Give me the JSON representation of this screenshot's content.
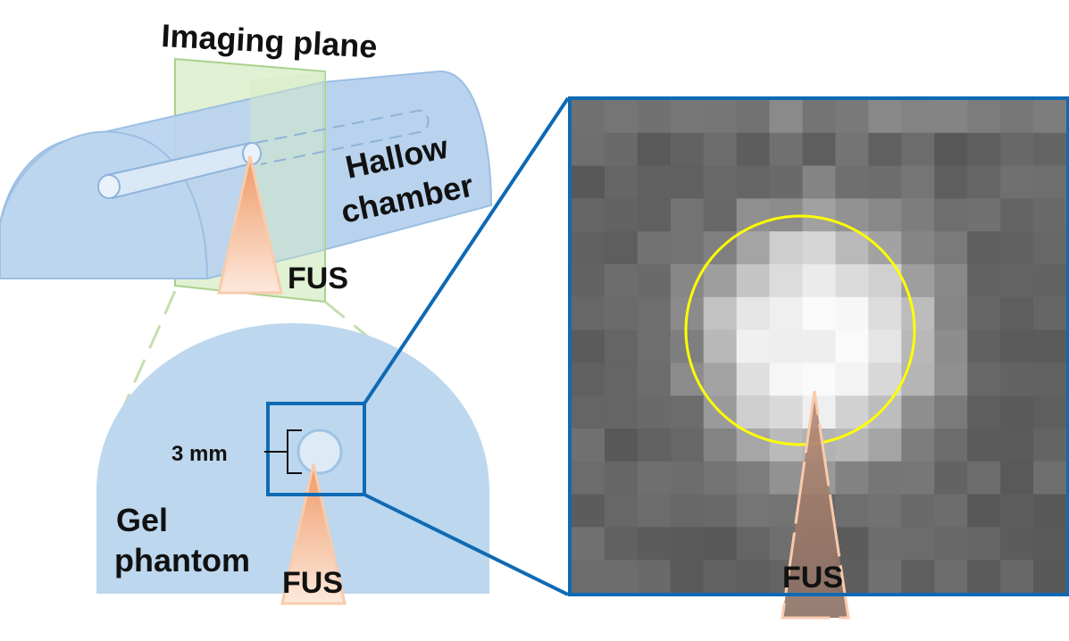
{
  "labels": {
    "imaging_plane": "Imaging plane",
    "chamber_line1": "Hallow",
    "chamber_line2": "chamber",
    "fus_top": "FUS",
    "scale": "3 mm",
    "phantom_line1": "Gel",
    "phantom_line2": "phantom",
    "fus_bottom": "FUS",
    "fus_inset": "FUS"
  },
  "colors": {
    "chamber_fill": "#b9d3ee",
    "chamber_stroke": "#9cbfe3",
    "plane_fill": "#d7ecc4",
    "plane_stroke": "#a9d18e",
    "phantom_fill": "#bdd7ee",
    "zoom_stroke": "#0f6ab4",
    "circle_outline": "#ffff00",
    "fus_cone": "#f4b183"
  }
}
